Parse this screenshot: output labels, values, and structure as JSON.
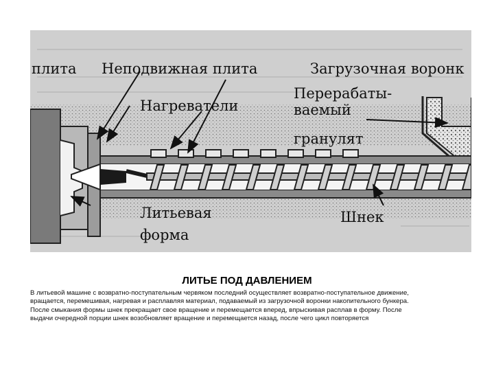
{
  "figure": {
    "labels": {
      "plate": "плита",
      "fixed_plate": "Неподвижная плита",
      "hopper": "Загрузочная воронк",
      "heaters": "Нагреватели",
      "granulate_line1": "Перерабаты-",
      "granulate_line2": "ваемый",
      "granulate_line3": "гранулят",
      "mold_line1": "Литьевая",
      "mold_line2": "форма",
      "screw": "Шнек"
    }
  },
  "title": "ЛИТЬЕ ПОД ДАВЛЕНИЕМ",
  "description": [
    "В литьевой машине с возвратно-поступательным червяком последний осуществляет возвратно-поступательное движение,",
    "вращается, перемешивая, нагревая и расплавляя материал, подаваемый из загрузочной воронки накопительного бункера.",
    "После смыкания формы шнек прекращает свое вращение и перемещается вперед, впрыскивая расплав в форму. После",
    "выдачи очередной порции шнек возобновляет вращение и перемещается назад, после чего цикл повторяется"
  ]
}
